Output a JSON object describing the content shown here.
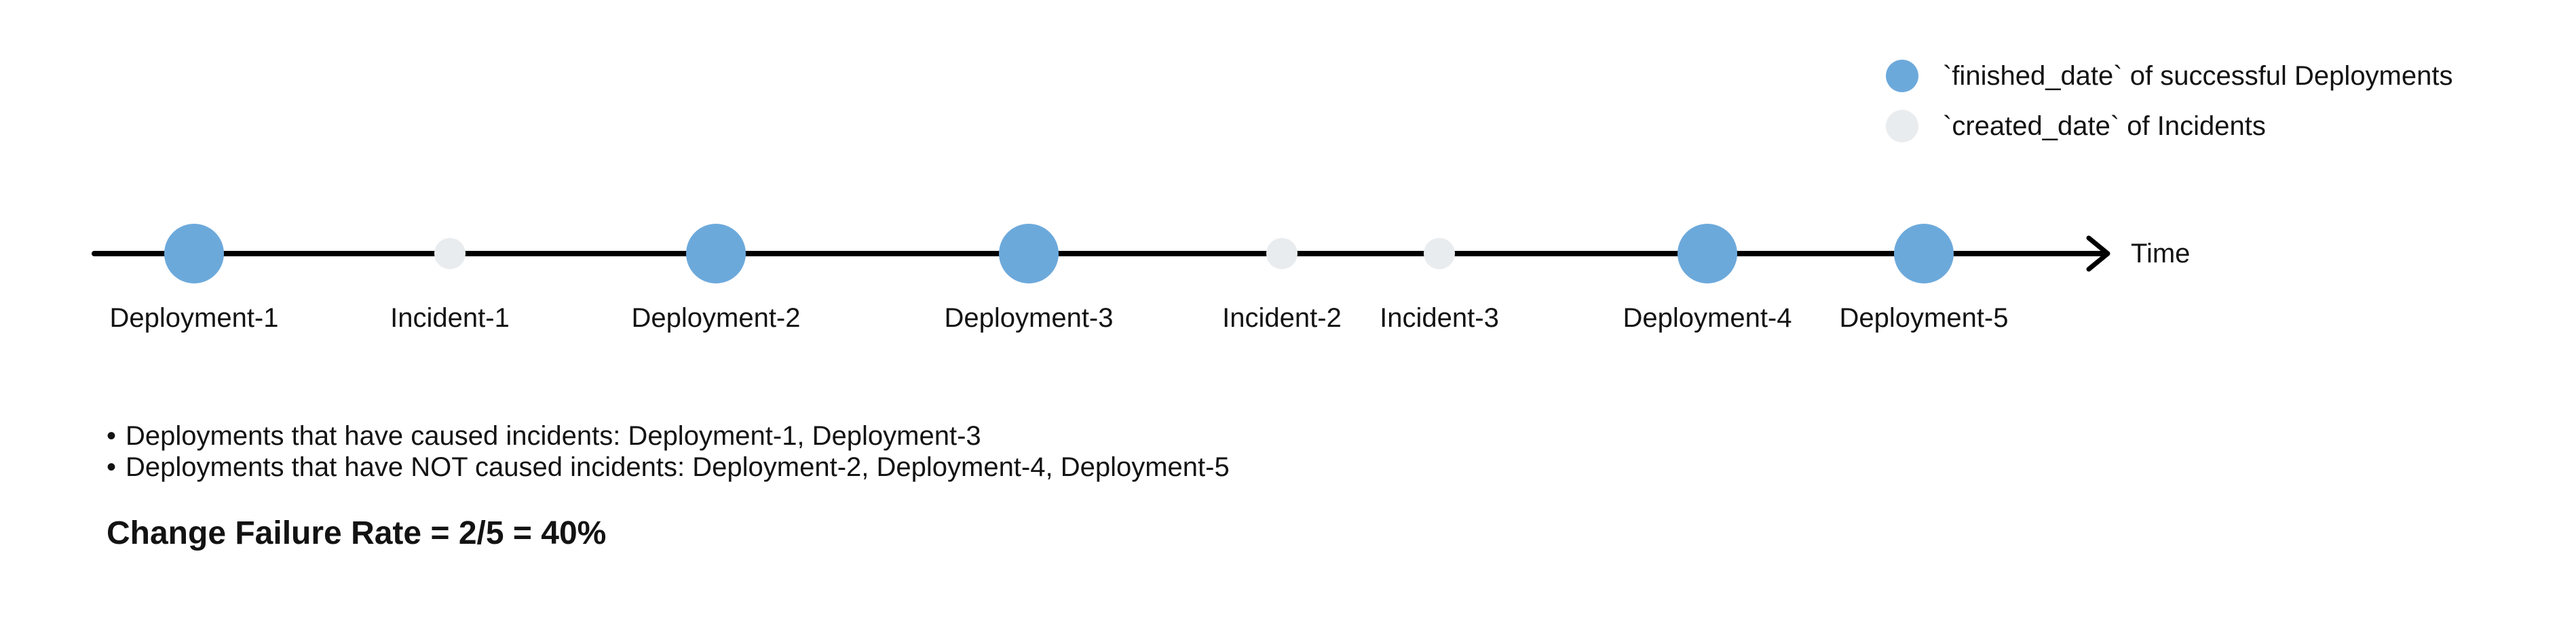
{
  "legend": {
    "items": [
      {
        "type": "deployment",
        "label": "`finished_date` of successful Deployments"
      },
      {
        "type": "incident",
        "label": "`created_date` of Incidents"
      }
    ]
  },
  "timeline": {
    "axis_label": "Time",
    "items": [
      {
        "type": "deployment",
        "label": "Deployment-1"
      },
      {
        "type": "incident",
        "label": "Incident-1"
      },
      {
        "type": "deployment",
        "label": "Deployment-2"
      },
      {
        "type": "deployment",
        "label": "Deployment-3"
      },
      {
        "type": "incident",
        "label": "Incident-2"
      },
      {
        "type": "incident",
        "label": "Incident-3"
      },
      {
        "type": "deployment",
        "label": "Deployment-4"
      },
      {
        "type": "deployment",
        "label": "Deployment-5"
      }
    ]
  },
  "notes": {
    "bullets": [
      "Deployments that have caused incidents: Deployment-1, Deployment-3",
      "Deployments that have NOT caused incidents: Deployment-2, Deployment-4, Deployment-5"
    ],
    "conclusion": "Change Failure Rate = 2/5 = 40%"
  },
  "colors": {
    "deployment": "#6CA9DB",
    "incident": "#E9ECEE",
    "axis": "#000000",
    "text": "#131313"
  }
}
